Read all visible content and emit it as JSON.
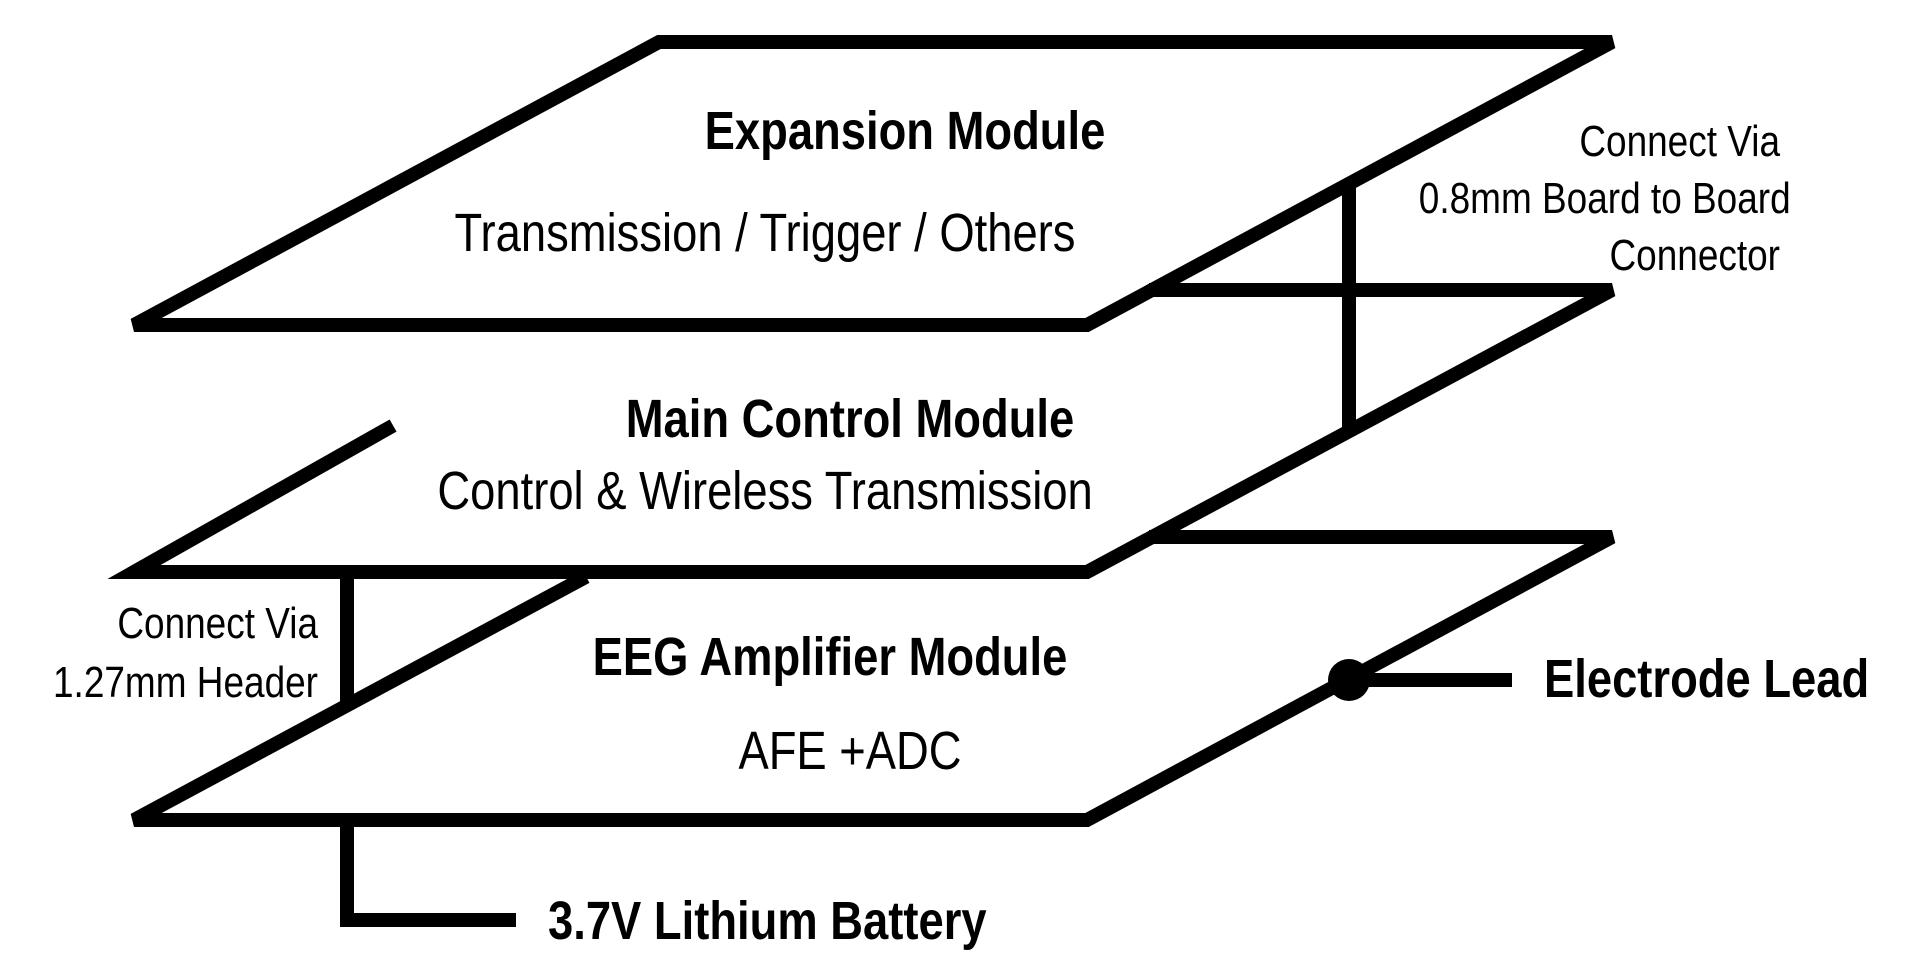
{
  "colors": {
    "line": "#000000",
    "background": "#ffffff"
  },
  "modules": {
    "expansion": {
      "title": "Expansion Module",
      "subtitle": "Transmission / Trigger / Others"
    },
    "main_control": {
      "title": "Main Control Module",
      "subtitle": "Control & Wireless Transmission"
    },
    "eeg_amplifier": {
      "title": "EEG Amplifier Module",
      "subtitle": "AFE +ADC"
    }
  },
  "connectors": {
    "board_to_board": {
      "line1": "Connect Via",
      "line2": "0.8mm Board to Board",
      "line3": "Connector"
    },
    "header": {
      "line1": "Connect Via",
      "line2": "1.27mm Header"
    }
  },
  "peripherals": {
    "electrode": "Electrode Lead",
    "battery": "3.7V Lithium Battery"
  }
}
